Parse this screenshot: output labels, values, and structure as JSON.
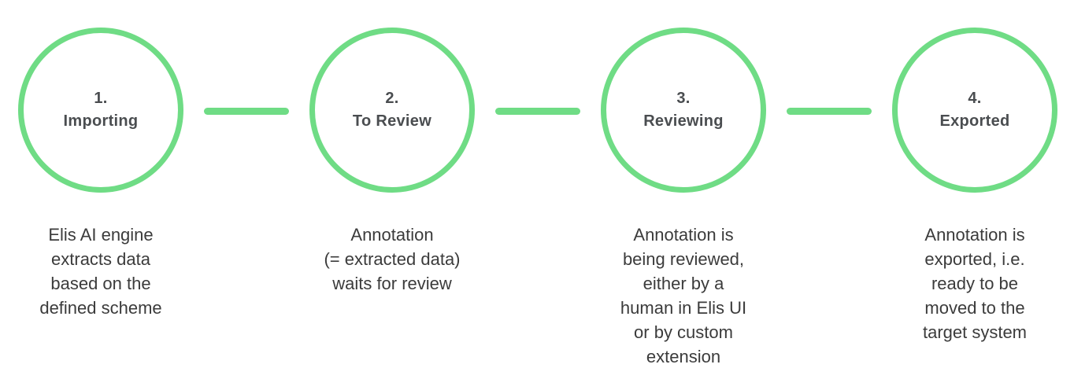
{
  "diagram": {
    "accent_color": "#6fdc85",
    "title_color": "#4a4d50",
    "description_color": "#3b3b3b",
    "steps": [
      {
        "number": "1.",
        "title": "Importing",
        "description": "Elis AI engine\nextracts data\nbased on the\ndefined scheme"
      },
      {
        "number": "2.",
        "title": "To Review",
        "description": "Annotation\n(= extracted data)\nwaits for review"
      },
      {
        "number": "3.",
        "title": "Reviewing",
        "description": "Annotation is\nbeing reviewed,\neither by a\nhuman in Elis UI\nor by custom\nextension"
      },
      {
        "number": "4.",
        "title": "Exported",
        "description": "Annotation is\nexported, i.e.\nready to be\nmoved to the\ntarget system"
      }
    ]
  }
}
